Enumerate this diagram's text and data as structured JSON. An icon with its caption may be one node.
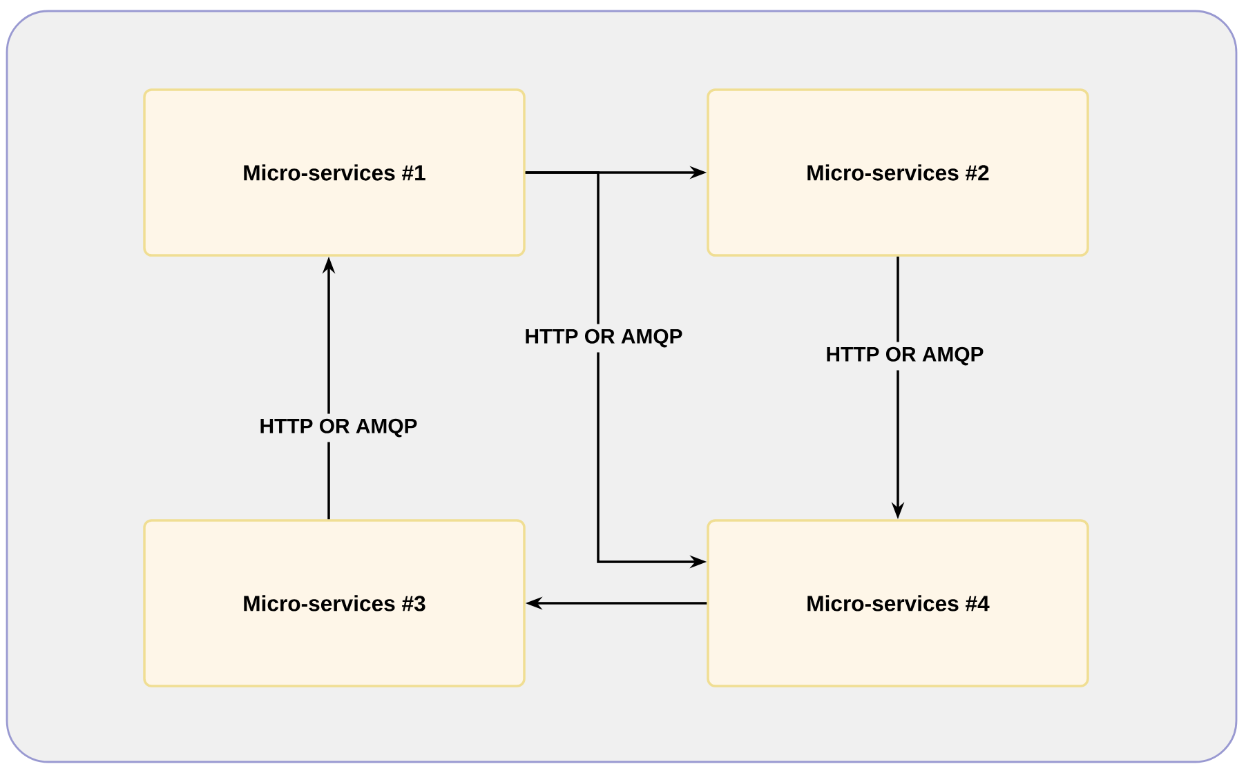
{
  "diagram": {
    "nodes": [
      {
        "text": [],
        "shape": "box"
      },
      {
        "text": [
          "Micro-services #1"
        ],
        "in": 0
      },
      {
        "text": [
          "Micro-services #2"
        ],
        "in": 0
      },
      {
        "text": [
          "Micro-services #3"
        ],
        "in": 0
      },
      {
        "text": [
          "Micro-services #4"
        ],
        "in": 0
      }
    ],
    "edges": [
      {
        "from": 1,
        "to": 2,
        "arrow": "to"
      },
      {
        "from": 1,
        "to": 4,
        "arrow": "to",
        "label": "HTTP OR AMQP"
      },
      {
        "from": 2,
        "to": 4,
        "arrow": "to",
        "label": "HTTP OR AMQP"
      },
      {
        "from": 4,
        "to": 3,
        "arrow": "to"
      },
      {
        "from": 3,
        "to": 1,
        "arrow": "to",
        "label": "HTTP OR AMQP"
      }
    ]
  }
}
